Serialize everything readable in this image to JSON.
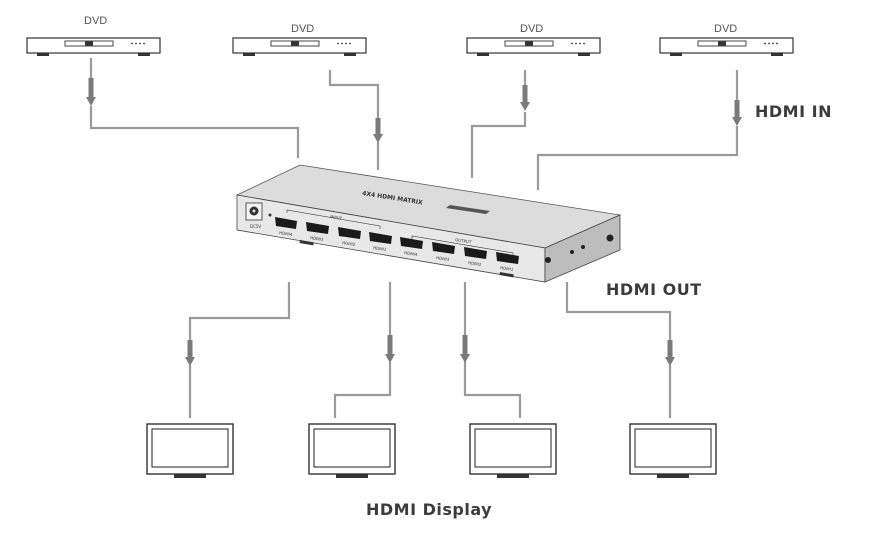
{
  "sources": [
    {
      "label": "DVD"
    },
    {
      "label": "DVD"
    },
    {
      "label": "DVD"
    },
    {
      "label": "DVD"
    }
  ],
  "labels": {
    "hdmi_in": "HDMI IN",
    "hdmi_out": "HDMI OUT",
    "hdmi_display": "HDMI Display"
  },
  "device": {
    "top_text": "4X4 HDMI MATRIX",
    "power_label": "DC5V",
    "input_group": "INPUT",
    "output_group": "OUTPUT",
    "input_ports": [
      "HDMI4",
      "HDMI3",
      "HDMI2",
      "HDMI1"
    ],
    "output_ports": [
      "HDMI4",
      "HDMI3",
      "HDMI2",
      "HDMI1"
    ]
  },
  "displays": [
    {},
    {},
    {},
    {}
  ],
  "colors": {
    "line": "#9a9a9a",
    "arrow": "#7a7a7a",
    "device_top": "#d9d9d9",
    "device_front": "#2e2e2e",
    "port": "#1a1a1a",
    "outline": "#333333"
  }
}
